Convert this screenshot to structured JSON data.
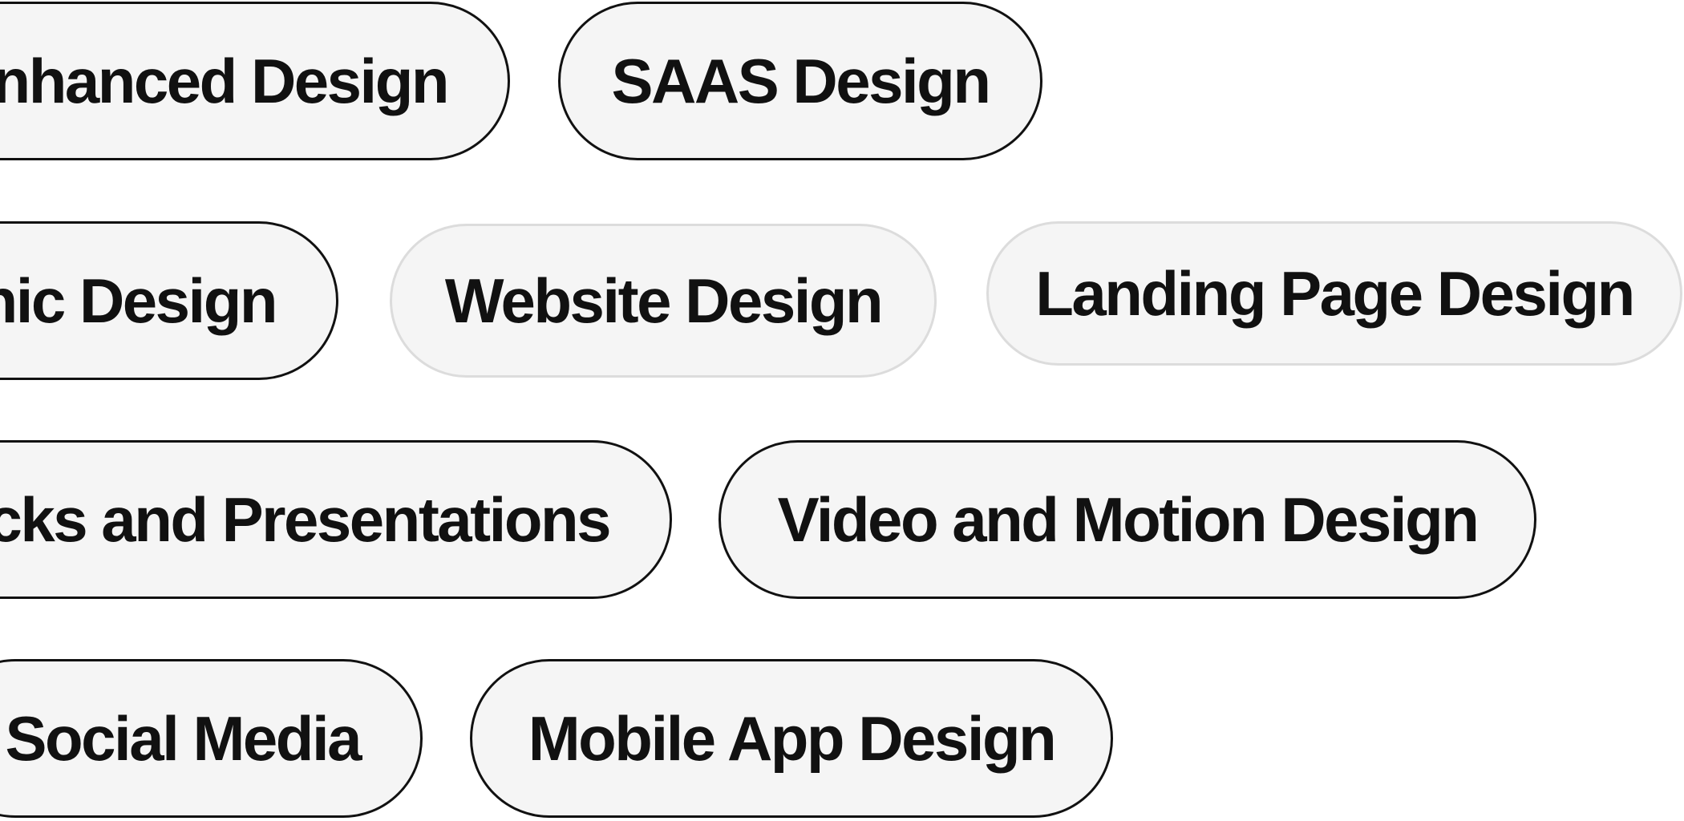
{
  "tags": {
    "row1": [
      "nhanced Design",
      "SAAS Design"
    ],
    "row2": [
      "hic Design",
      "Website Design",
      "Landing Page Design"
    ],
    "row3": [
      "cks and Presentations",
      "Video and Motion Design"
    ],
    "row4": [
      "Social Media",
      "Mobile App Design"
    ]
  },
  "colors": {
    "background": "#ffffff",
    "pill_fill": "#f5f5f5",
    "pill_border": "#111111",
    "pill_border_light": "#dcdcdc",
    "text": "#111111"
  }
}
